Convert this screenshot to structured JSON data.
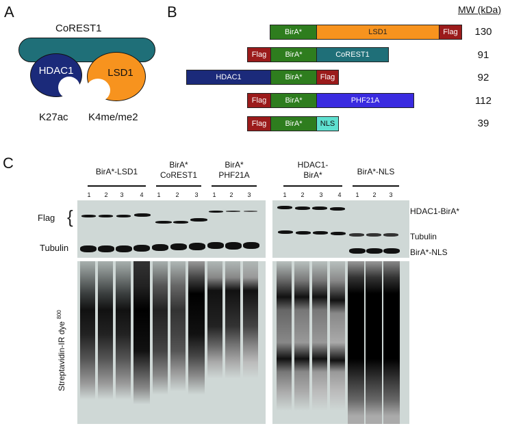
{
  "panel_a": {
    "letter": "A",
    "complex_label": "CoREST1",
    "hdac_label": "HDAC1",
    "lsd_label": "LSD1",
    "hdac_mark": "K27ac",
    "lsd_mark": "K4me/me2",
    "colors": {
      "corest": "#1f6f78",
      "hdac": "#1b2a7a",
      "lsd": "#f7931e"
    }
  },
  "panel_b": {
    "letter": "B",
    "mw_header": "MW (kDa)",
    "colors": {
      "birA": "#2e7d1e",
      "flag": "#9b1b1b",
      "lsd1": "#f7931e",
      "corest1": "#1f6f78",
      "hdac1": "#1b2a7a",
      "phf21a": "#3a2be0",
      "nls": "#5fe0d0"
    },
    "constructs": [
      {
        "name": "BirA*-LSD1-Flag",
        "mw": "130",
        "segments": [
          {
            "label": "BirA*",
            "type": "birA"
          },
          {
            "label": "LSD1",
            "type": "lsd1"
          },
          {
            "label": "Flag",
            "type": "flag"
          }
        ]
      },
      {
        "name": "Flag-BirA*-CoREST1",
        "mw": "91",
        "segments": [
          {
            "label": "Flag",
            "type": "flag"
          },
          {
            "label": "BirA*",
            "type": "birA"
          },
          {
            "label": "CoREST1",
            "type": "corest1"
          }
        ]
      },
      {
        "name": "HDAC1-BirA*-Flag",
        "mw": "92",
        "segments": [
          {
            "label": "HDAC1",
            "type": "hdac1"
          },
          {
            "label": "BirA*",
            "type": "birA"
          },
          {
            "label": "Flag",
            "type": "flag"
          }
        ]
      },
      {
        "name": "Flag-BirA*-PHF21A",
        "mw": "112",
        "segments": [
          {
            "label": "Flag",
            "type": "flag"
          },
          {
            "label": "BirA*",
            "type": "birA"
          },
          {
            "label": "PHF21A",
            "type": "phf21a"
          }
        ]
      },
      {
        "name": "Flag-BirA*-NLS",
        "mw": "39",
        "segments": [
          {
            "label": "Flag",
            "type": "flag"
          },
          {
            "label": "BirA*",
            "type": "birA"
          },
          {
            "label": "NLS",
            "type": "nls"
          }
        ]
      }
    ]
  },
  "panel_c": {
    "letter": "C",
    "groups_left": [
      {
        "label": "BirA*-LSD1",
        "lanes": [
          "1",
          "2",
          "3",
          "4"
        ]
      },
      {
        "label_line1": "BirA*",
        "label_line2": "CoREST1",
        "lanes": [
          "1",
          "2",
          "3"
        ]
      },
      {
        "label_line1": "BirA*",
        "label_line2": "PHF21A",
        "lanes": [
          "1",
          "2",
          "3"
        ]
      }
    ],
    "groups_right": [
      {
        "label_line1": "HDAC1-",
        "label_line2": "BirA*",
        "lanes": [
          "1",
          "2",
          "3",
          "4"
        ]
      },
      {
        "label": "BirA*-NLS",
        "lanes": [
          "1",
          "2",
          "3"
        ]
      }
    ],
    "row_labels_left": {
      "flag": "Flag",
      "tubulin": "Tubulin"
    },
    "row_labels_right": {
      "hdac1_birA": "HDAC1-BirA*",
      "tubulin": "Tubulin",
      "birA_nls": "BirA*-NLS"
    },
    "y_axis_label": "Streptavidin-IR dye",
    "y_axis_superscript": "800"
  }
}
